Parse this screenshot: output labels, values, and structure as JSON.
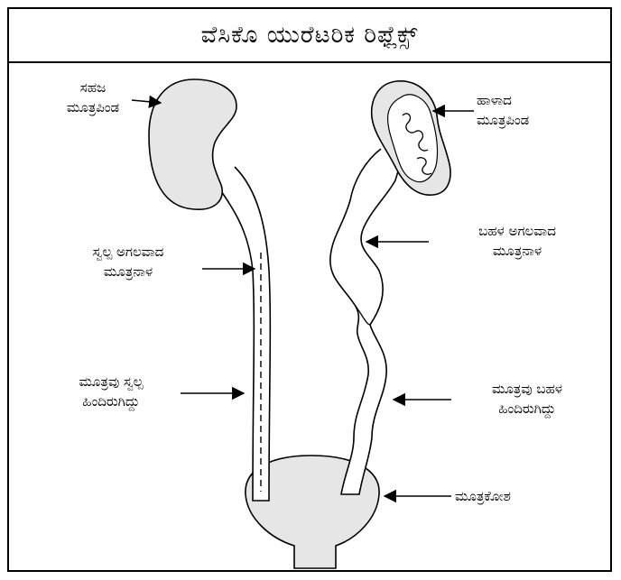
{
  "title": "ವೆಸಿಕೊ ಯುರೆಟರಿಕ ರಿಫ್ಲೆಕ್ಸ್",
  "colors": {
    "organ_fill": "#e6e6e6",
    "stroke": "#000000",
    "background": "#ffffff"
  },
  "labels": {
    "normal_kidney": [
      "ಸಹಜ",
      "ಮೂತ್ರಪಿಂಡ"
    ],
    "damaged_kidney": [
      "ಹಾಳಾದ",
      "ಮೂತ್ರಪಿಂಡ"
    ],
    "slightly_wide_ureter": [
      "ಸ್ವಲ್ಪ ಅಗಲವಾದ",
      "ಮೂತ್ರನಾಳ"
    ],
    "very_wide_ureter": [
      "ಬಹಳ ಅಗಲವಾದ",
      "ಮೂತ್ರನಾಳ"
    ],
    "slight_backflow": [
      "ಮೂತ್ರವು ಸ್ವಲ್ಪ",
      "ಹಿಂದಿರುಗಿದ್ದು"
    ],
    "heavy_backflow": [
      "ಮೂತ್ರವು ಬಹಳ",
      "ಹಿಂದಿರುಗಿದ್ದು"
    ],
    "bladder": [
      "ಮೂತ್ರಕೋಶ"
    ]
  }
}
